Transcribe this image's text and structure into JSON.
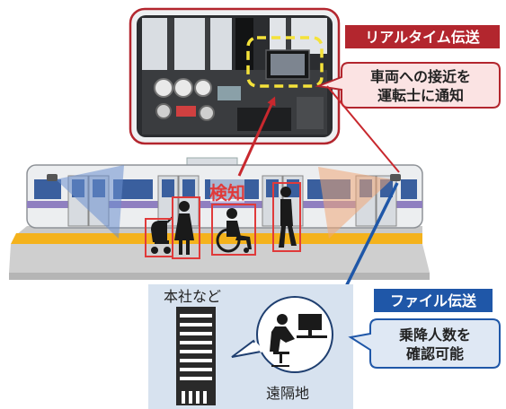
{
  "labels": {
    "realtime_title": "リアルタイム伝送",
    "realtime_msg_line1": "車両への接近を",
    "realtime_msg_line2": "運転士に通知",
    "detect": "検知",
    "file_title": "ファイル伝送",
    "file_msg_line1": "乗降人数を",
    "file_msg_line2": "確認可能",
    "hq": "本社など",
    "remote": "遠隔地"
  },
  "colors": {
    "accent_red": "#b3262e",
    "callout_pink_fill": "#fbe3e3",
    "accent_blue": "#1f57a8",
    "callout_blue_fill": "#dfe8f4",
    "remote_panel": "#d7e2ef",
    "detect_box": "#e03a3a",
    "platform_yellow": "#f4b21c",
    "train_purple": "#8f7fc0",
    "highlight_yellow": "#f4e23a"
  },
  "icons": {
    "camera": "security-camera-icon",
    "person": "person-silhouette-icon",
    "wheelchair": "wheelchair-user-icon",
    "stroller": "stroller-icon",
    "building": "office-building-icon",
    "desk": "person-at-computer-icon"
  }
}
